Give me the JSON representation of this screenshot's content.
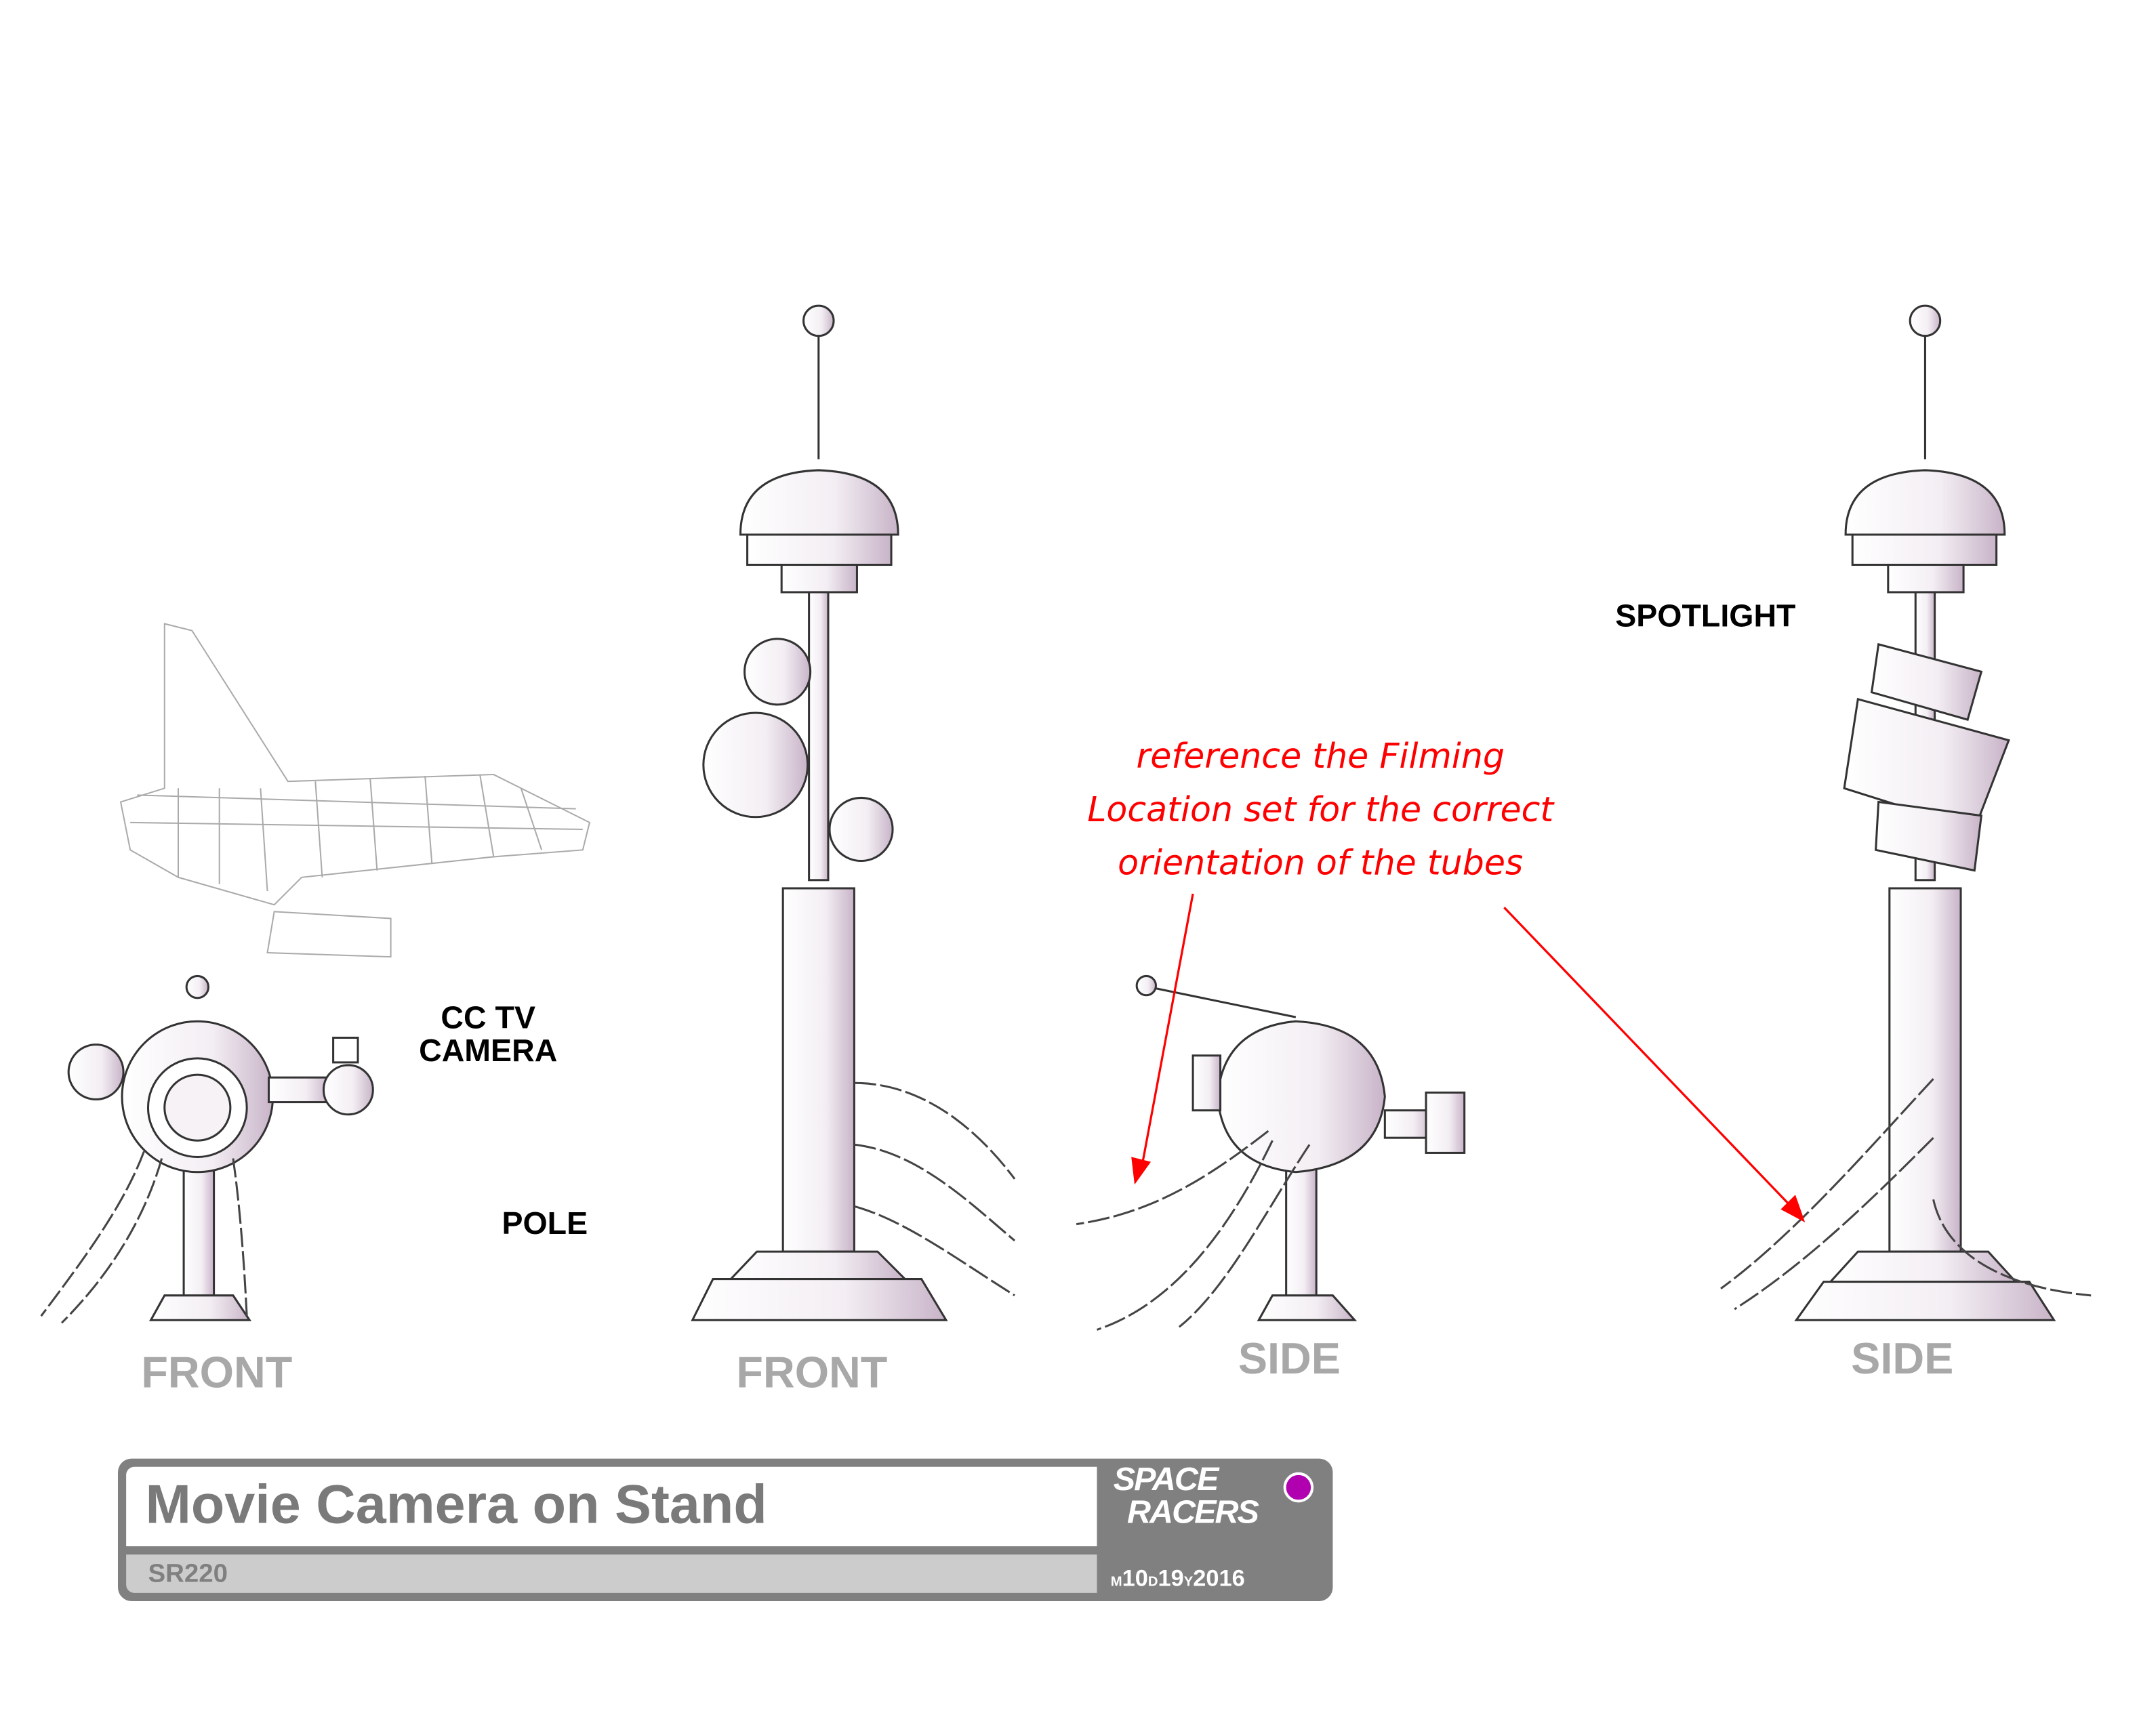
{
  "labels": {
    "cctv_camera": [
      "CC TV",
      "CAMERA"
    ],
    "pole": "POLE",
    "spotlight": "SPOTLIGHT"
  },
  "view_labels": {
    "front_camera": "FRONT",
    "front_pole": "FRONT",
    "side_camera": "SIDE",
    "side_pole": "SIDE"
  },
  "annotation": {
    "lines": [
      "reference the Filming",
      "Location set for the correct",
      "orientation of the tubes"
    ],
    "color": "#ff0000"
  },
  "title_block": {
    "title": "Movie Camera on Stand",
    "code": "SR220",
    "logo": [
      "SPACE",
      "RACERS"
    ],
    "date": {
      "m_label": "M",
      "month": "10",
      "d_label": "D",
      "day": "19",
      "y_label": "Y",
      "year": "2016"
    },
    "status_color": "#b000b0"
  }
}
